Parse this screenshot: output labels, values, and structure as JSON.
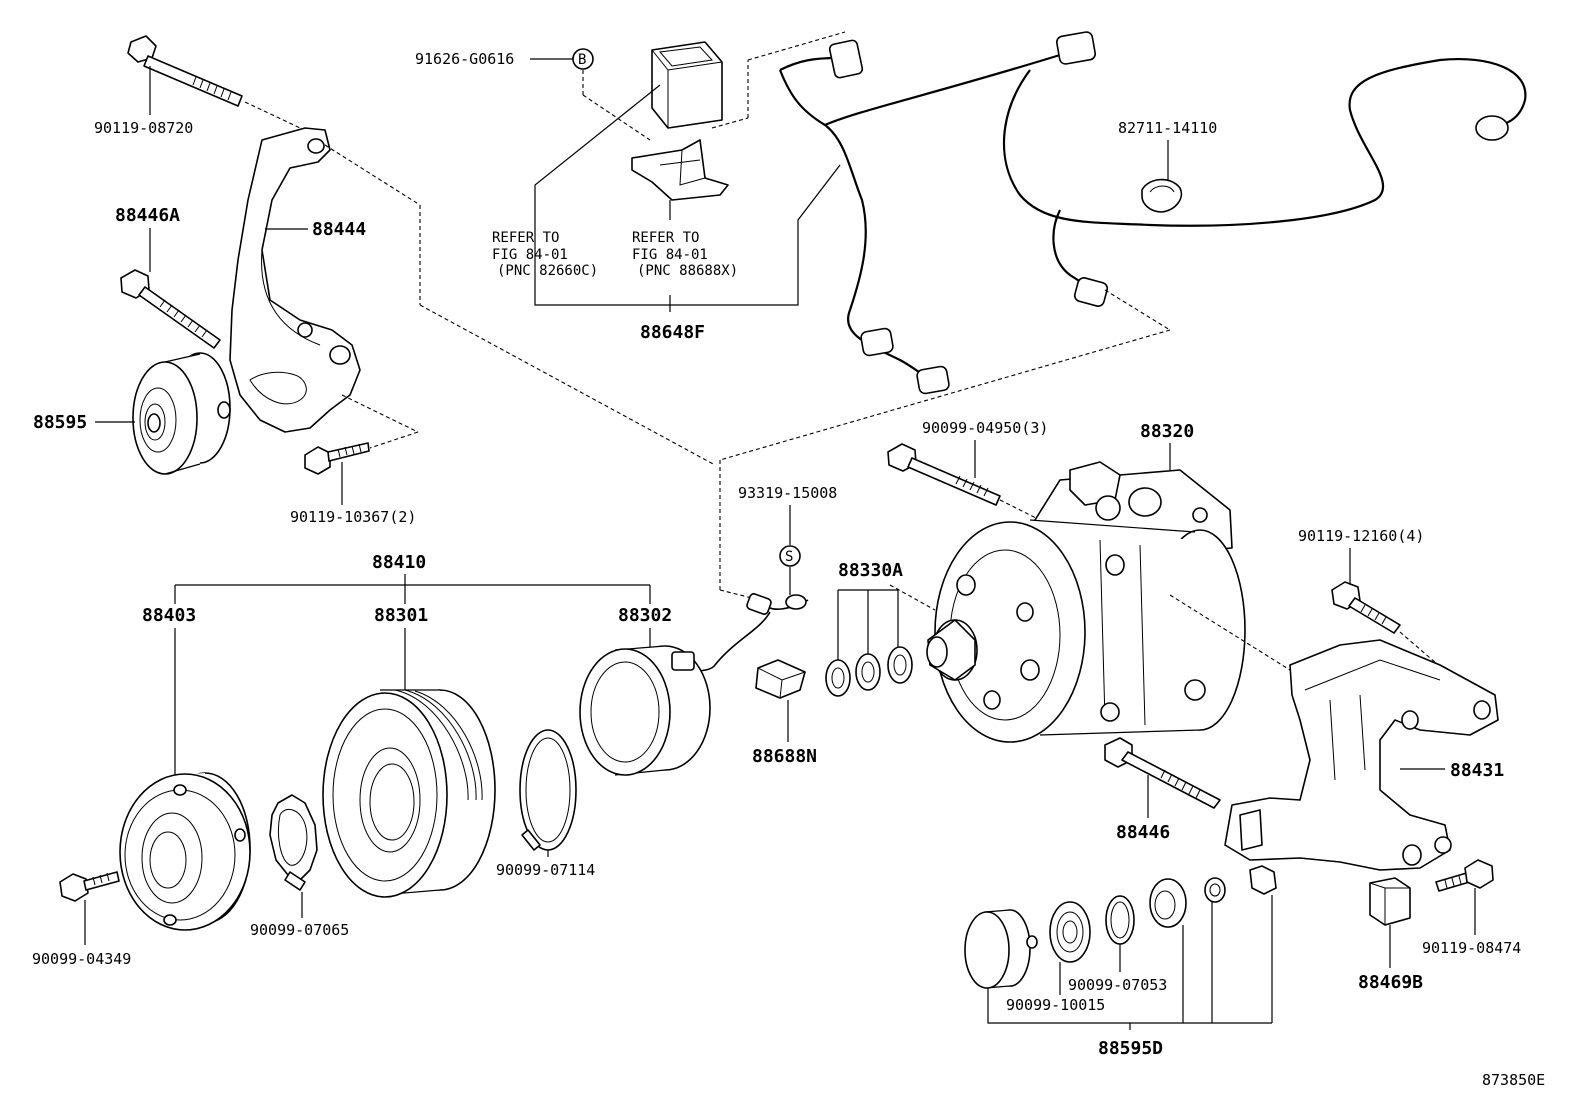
{
  "labels": {
    "p90119_08720": "90119-08720",
    "p88446A": "88446A",
    "p88444": "88444",
    "p88595": "88595",
    "p90119_10367": "90119-10367(2)",
    "p91626_G0616": "91626-G0616",
    "marker_b": "B",
    "refer1_line1": "REFER TO",
    "refer1_line2": "FIG 84-01",
    "refer1_line3": "(PNC 82660C)",
    "refer2_line1": "REFER TO",
    "refer2_line2": "FIG 84-01",
    "refer2_line3": "(PNC 88688X)",
    "p88648F": "88648F",
    "p82711_14110": "82711-14110",
    "p90099_04950": "90099-04950(3)",
    "p88320": "88320",
    "p93319_15008": "93319-15008",
    "marker_s": "S",
    "p88330A": "88330A",
    "p90119_12160": "90119-12160(4)",
    "p88410": "88410",
    "p88403": "88403",
    "p88301": "88301",
    "p88302": "88302",
    "p88688N": "88688N",
    "p88431": "88431",
    "p88446": "88446",
    "p90099_07114": "90099-07114",
    "p90099_07065": "90099-07065",
    "p90099_04349": "90099-04349",
    "p90099_07053": "90099-07053",
    "p90099_10015": "90099-10015",
    "p88595D": "88595D",
    "p88469B": "88469B",
    "p90119_08474": "90119-08474",
    "figure_code": "873850E"
  }
}
